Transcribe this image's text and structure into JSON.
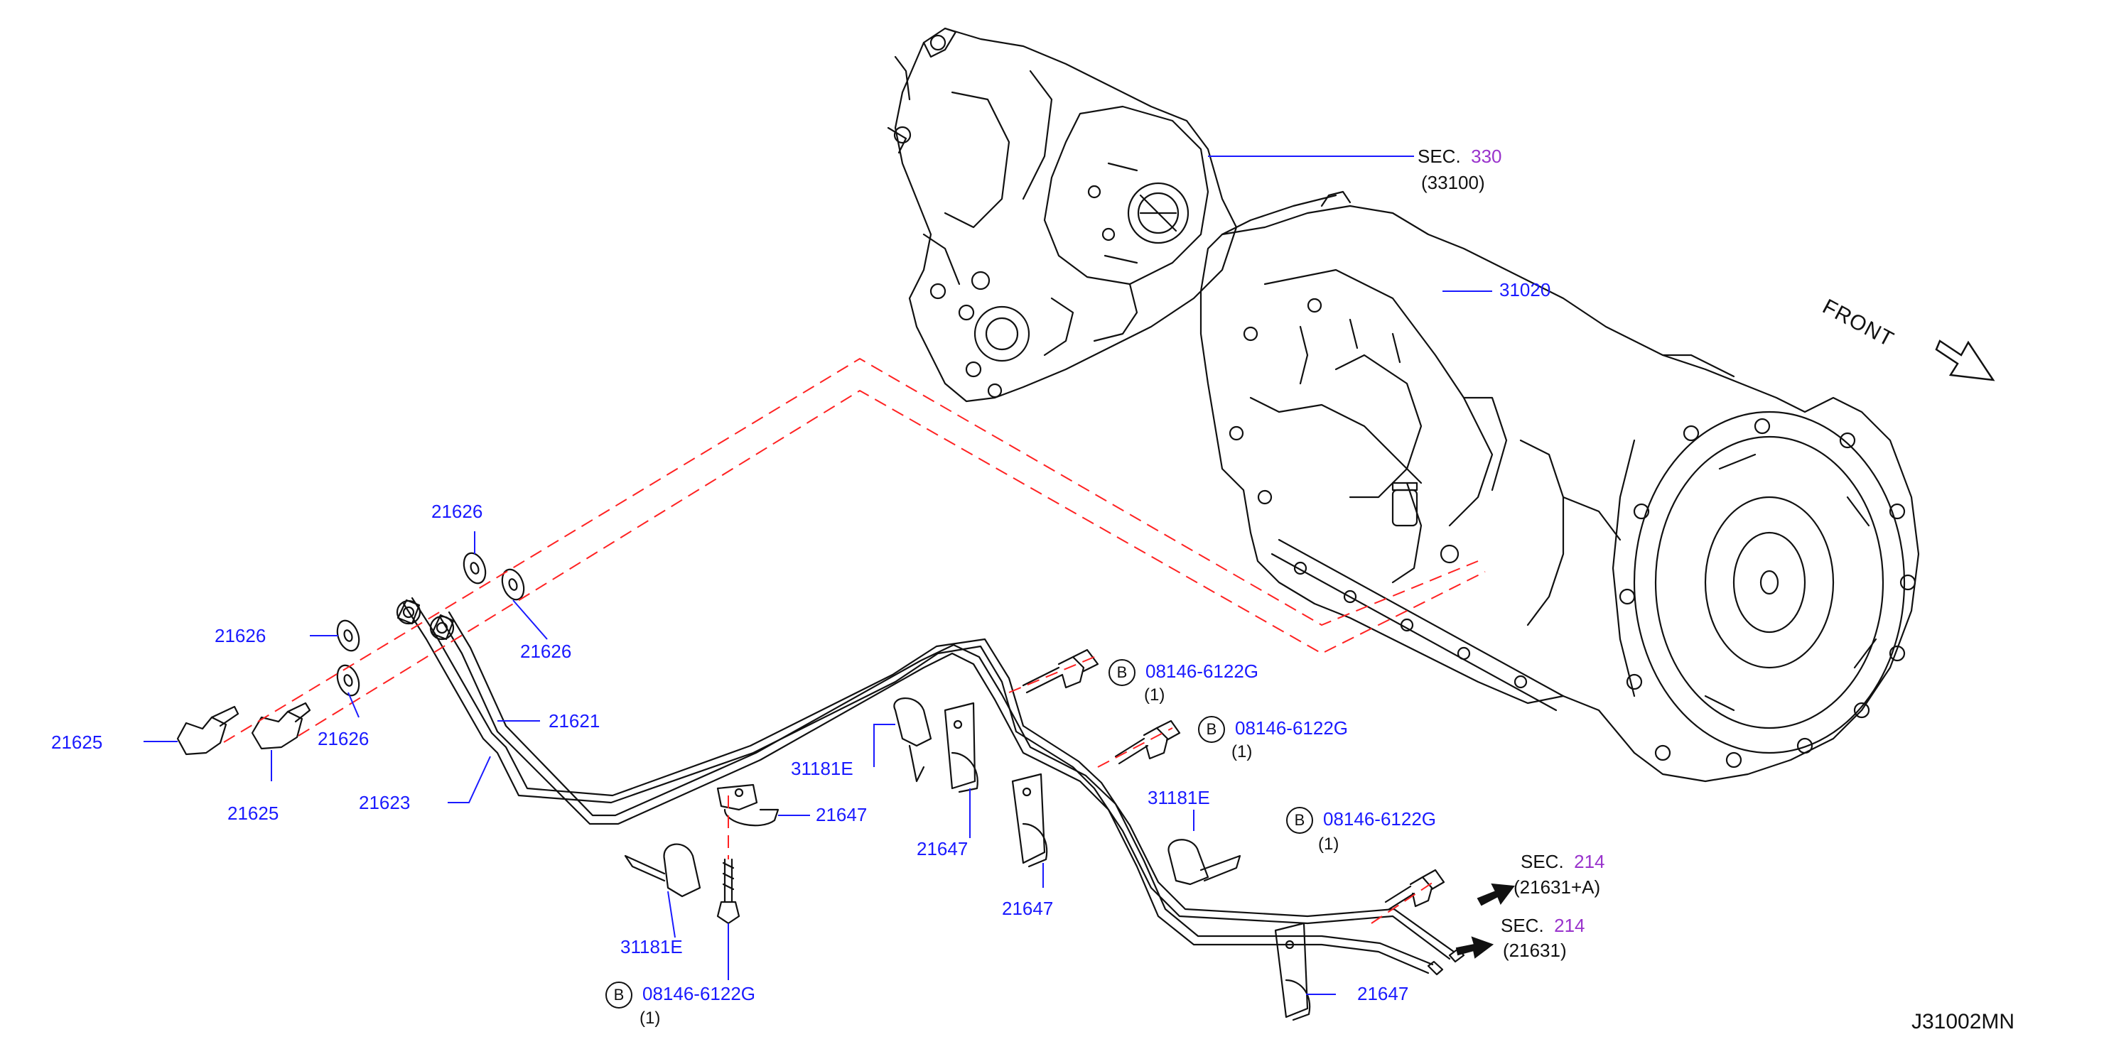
{
  "labels": {
    "sec330": {
      "prefix": "SEC.",
      "num": "330",
      "sub": "(33100)"
    },
    "p31020": "31020",
    "front": "FRONT",
    "p21626_a": "21626",
    "p21626_b": "21626",
    "p21626_c": "21626",
    "p21626_d": "21626",
    "p21625_a": "21625",
    "p21625_b": "21625",
    "p21621": "21621",
    "p21623": "21623",
    "bolt_1": {
      "circle": "B",
      "part": "08146-6122G",
      "qty": "(1)"
    },
    "bolt_2": {
      "circle": "B",
      "part": "08146-6122G",
      "qty": "(1)"
    },
    "bolt_3": {
      "circle": "B",
      "part": "08146-6122G",
      "qty": "(1)"
    },
    "bolt_4": {
      "circle": "B",
      "part": "08146-6122G",
      "qty": "(1)"
    },
    "p31181E_a": "31181E",
    "p31181E_b": "31181E",
    "p31181E_c": "31181E",
    "p21647_a": "21647",
    "p21647_b": "21647",
    "p21647_c": "21647",
    "p21647_d": "21647",
    "sec214_a": {
      "prefix": "SEC.",
      "num": "214",
      "sub": "(21631+A)"
    },
    "sec214_b": {
      "prefix": "SEC.",
      "num": "214",
      "sub": "(21631)"
    },
    "diagram_code": "J31002MN"
  },
  "colors": {
    "label_blue": "#1a1aff",
    "section_purple": "#9933cc",
    "line_black": "#111111",
    "leader_blue": "#1a1aff",
    "phantom_red": "#ff2222"
  },
  "icons": [
    "front-arrow-icon",
    "arrow-right-icon"
  ]
}
